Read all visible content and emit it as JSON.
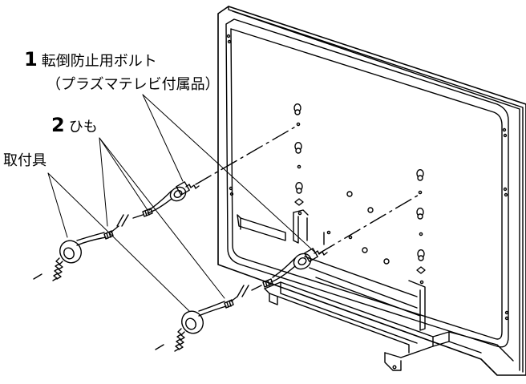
{
  "labels": {
    "bolt_number": "1",
    "bolt_name": "転倒防止用ボルト",
    "bolt_note": "（プラズマテレビ付属品）",
    "cord_number": "2",
    "cord_name": "ひも",
    "fixture_name": "取付具"
  }
}
